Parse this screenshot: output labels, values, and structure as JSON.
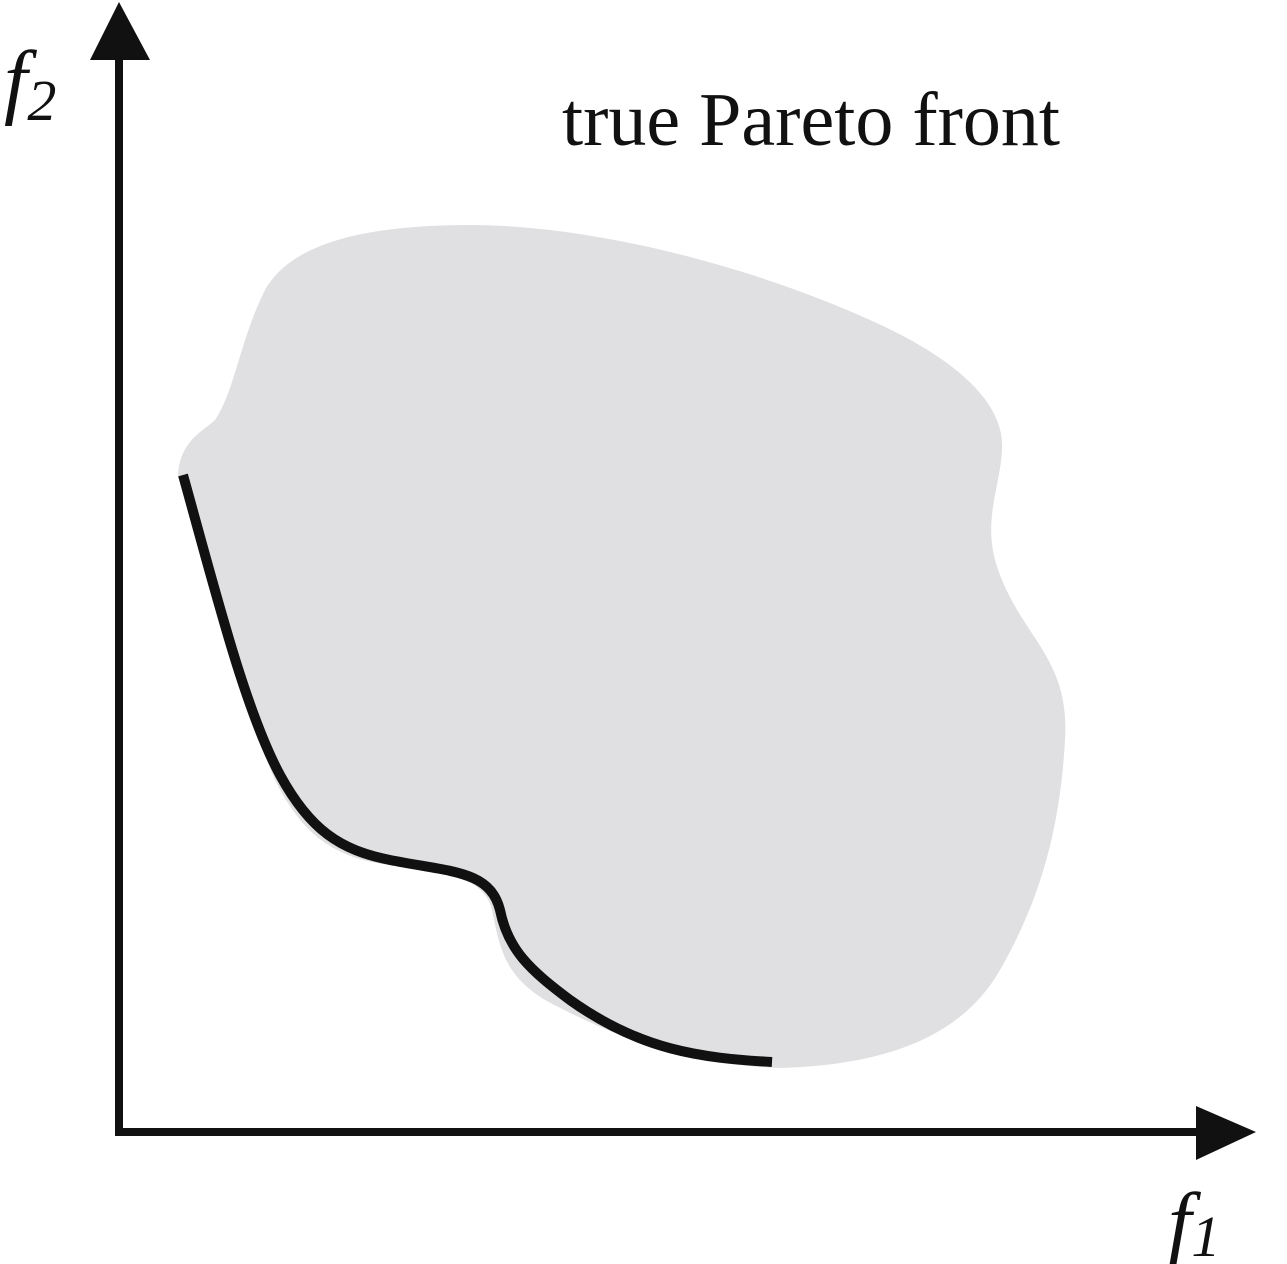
{
  "diagram": {
    "annotation": "true Pareto front",
    "axes": {
      "x": {
        "symbol": "f",
        "subscript": "1"
      },
      "y": {
        "symbol": "f",
        "subscript": "2"
      }
    },
    "colors": {
      "axis": "#111111",
      "feasible_region": "#e0e0e2",
      "pareto_front": "#111111",
      "background": "#ffffff"
    }
  }
}
